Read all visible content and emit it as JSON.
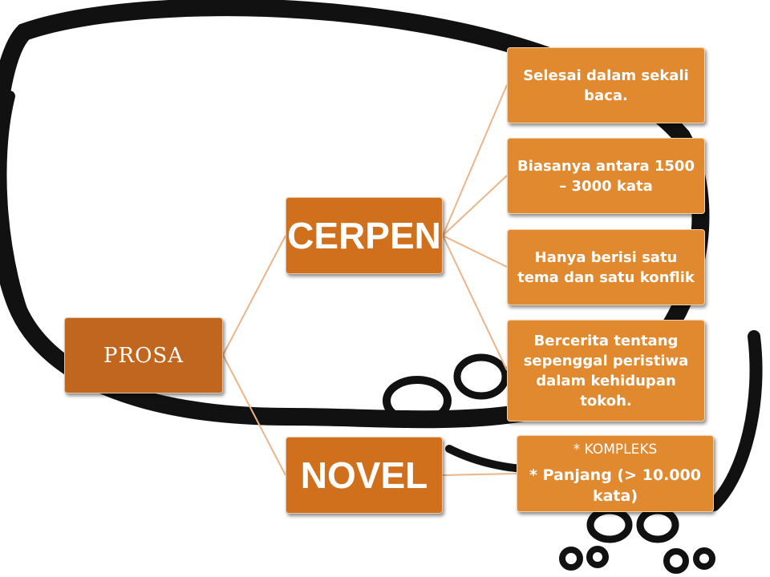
{
  "diagram": {
    "root": {
      "label": "PROSA"
    },
    "branches": [
      {
        "label": "CERPEN",
        "details": [
          "Selesai dalam sekali baca.",
          "Biasanya antara 1500 – 3000 kata",
          "Hanya berisi satu tema dan satu konflik",
          "Bercerita tentang sepenggal peristiwa dalam kehidupan tokoh."
        ]
      },
      {
        "label": "NOVEL",
        "details": [
          "* KOMPLEKS",
          "* Panjang (> 10.000 kata)"
        ]
      }
    ]
  },
  "colors": {
    "root_fill": "#c0661e",
    "branch_fill": "#d06f1c",
    "leaf_fill": "#e0892f",
    "connector": "#eab58a"
  },
  "background": {
    "illustration": "cartoon-thought-bubble-outline"
  }
}
